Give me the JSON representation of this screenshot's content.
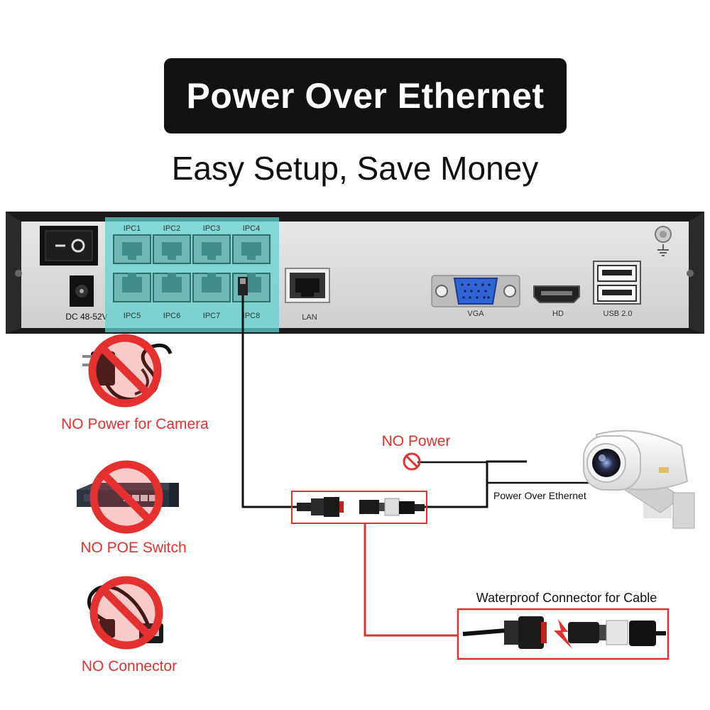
{
  "header": {
    "title": "Power Over Ethernet",
    "subtitle": "Easy Setup, Save Money"
  },
  "nvr_panel": {
    "ports_top": [
      "IPC1",
      "IPC2",
      "IPC3",
      "IPC4"
    ],
    "ports_bottom": [
      "IPC5",
      "IPC6",
      "IPC7",
      "IPC8"
    ],
    "dc_label": "DC 48-52V",
    "lan_label": "LAN",
    "vga_label": "VGA",
    "hd_label": "HD",
    "usb_label": "USB 2.0"
  },
  "no_items": [
    {
      "label": "NO Power for Camera",
      "icon": "power-adapter-icon"
    },
    {
      "label": "NO  POE Switch",
      "icon": "poe-switch-icon"
    },
    {
      "label": "NO Connector",
      "icon": "usb-connector-icon"
    }
  ],
  "labels": {
    "no_power": "NO Power",
    "poe": "Power Over Ethernet",
    "waterproof": "Waterproof Connector for Cable"
  },
  "colors": {
    "accent_red": "#e53030",
    "highlight_cyan": "#5fd3cf",
    "panel_gray": "#d9d9d9",
    "frame_dark": "#1a1a1a"
  }
}
